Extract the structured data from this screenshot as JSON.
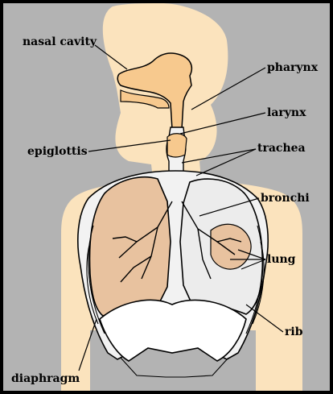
{
  "labels": {
    "nasal_cavity": "nasal cavity",
    "pharynx": "pharynx",
    "larynx": "larynx",
    "epiglottis": "epiglottis",
    "trachea": "trachea",
    "bronchi": "bronchi",
    "lung": "lung",
    "rib": "rib",
    "diaphragm": "diaphragm"
  },
  "colors": {
    "background": "#b3b3b3",
    "body": "#fbe3bd",
    "lung_fill": "#e8c29f",
    "tissue": "#f2f2f2",
    "line": "#000000"
  }
}
